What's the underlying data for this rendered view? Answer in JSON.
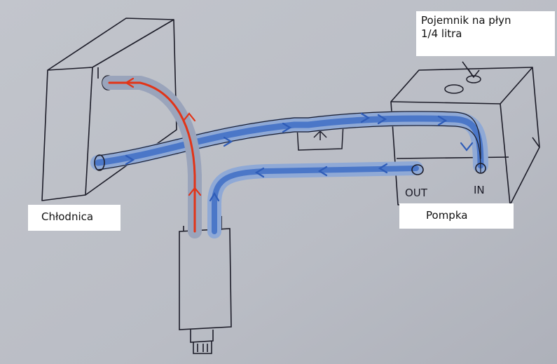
{
  "labels": {
    "radiator": "Chłodnica",
    "pump": "Pompka",
    "reservoir_line1": "Pojemnik na płyn",
    "reservoir_line2": "1/4 litra"
  },
  "handwritten": {
    "out": "OUT",
    "in": "IN"
  },
  "colors": {
    "cool_flow": "#3f6fc6",
    "hot_flow": "#e23418",
    "ink": "#1c1c28",
    "paper": "#b9bcc4"
  }
}
